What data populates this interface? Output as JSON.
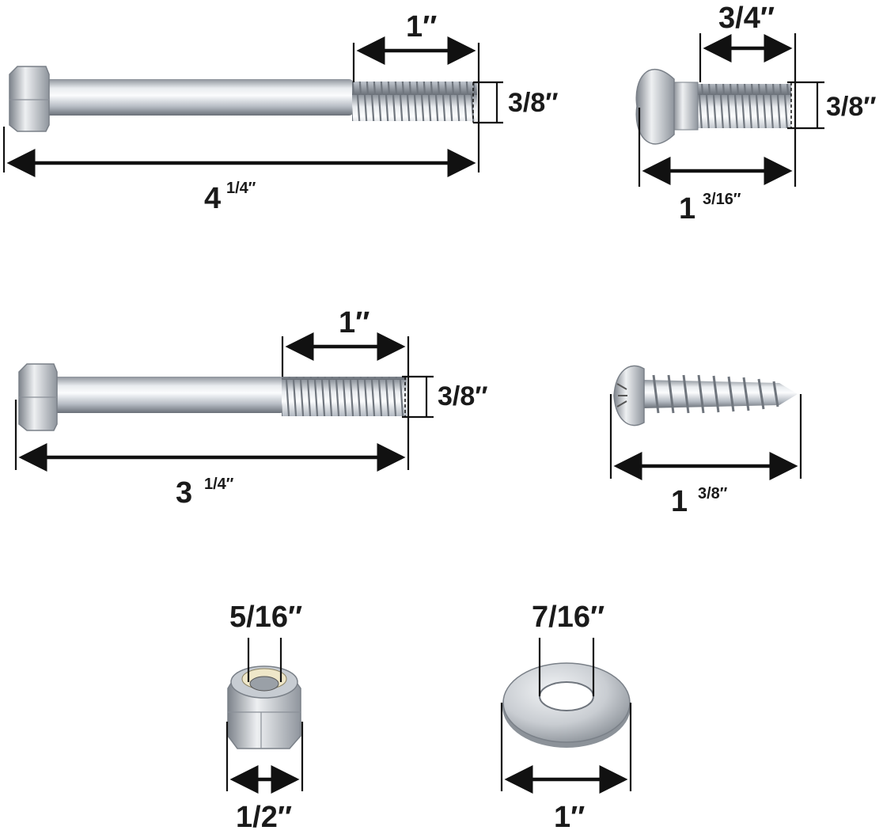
{
  "hardware": {
    "long_hex_bolt": {
      "thread_length": "1″",
      "diameter": "3/8″",
      "length_whole": "4",
      "length_frac": "1/4″"
    },
    "carriage_bolt": {
      "thread_length": "3/4″",
      "diameter": "3/8″",
      "length_whole": "1",
      "length_frac": "3/16″"
    },
    "short_hex_bolt": {
      "thread_length": "1″",
      "diameter": "3/8″",
      "length_whole": "3",
      "length_frac": "1/4″"
    },
    "wood_screw": {
      "length_whole": "1",
      "length_frac": "3/8″"
    },
    "lock_nut": {
      "bore": "5/16″",
      "width": "1/2″"
    },
    "flat_washer": {
      "bore": "7/16″",
      "outer": "1″"
    }
  },
  "colors": {
    "steel_light": "#e6e9ed",
    "steel_mid": "#b4bac2",
    "steel_dark": "#6f757d",
    "ink": "#111111"
  }
}
